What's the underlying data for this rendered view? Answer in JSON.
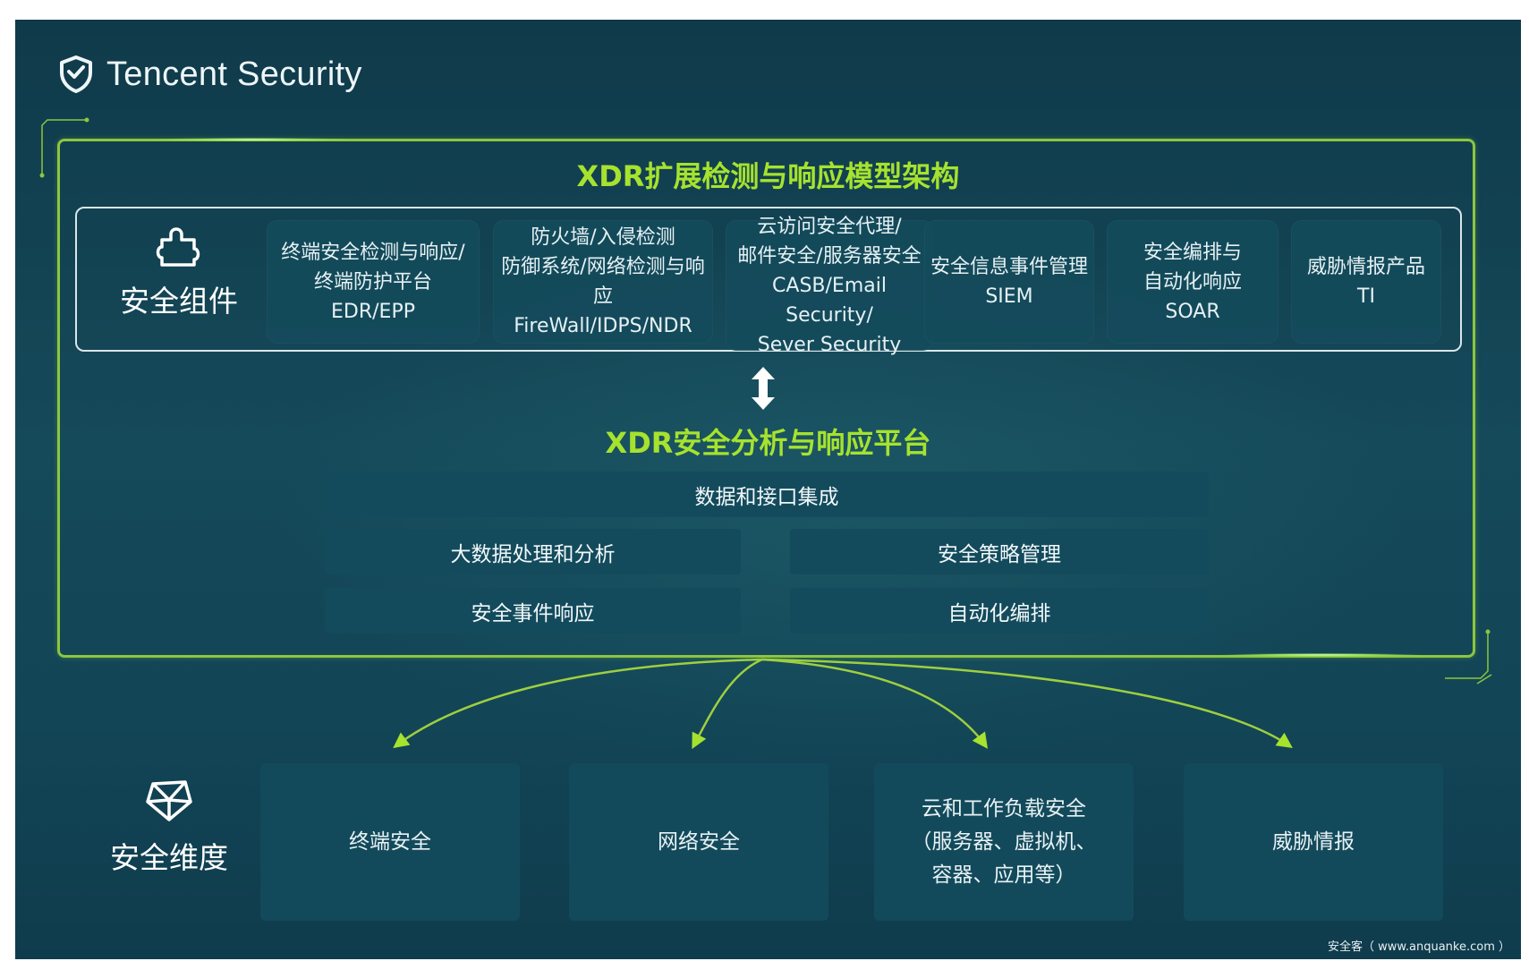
{
  "brand": {
    "name": "Tencent Security",
    "icon": "shield-check-icon"
  },
  "xdr_model_title": "XDR扩展检测与响应模型架构",
  "components": {
    "heading": "安全组件",
    "icon": "puzzle-icon",
    "items": [
      {
        "lines": [
          "终端安全检测与响应/",
          "终端防护平台",
          "EDR/EPP"
        ]
      },
      {
        "lines": [
          "防火墙/入侵检测",
          "防御系统/网络检测与响应",
          "FireWall/IDPS/NDR"
        ]
      },
      {
        "lines": [
          "云访问安全代理/",
          "邮件安全/服务器安全",
          "CASB/Email Security/",
          "Sever Security"
        ]
      },
      {
        "lines": [
          "安全信息事件管理",
          "SIEM"
        ]
      },
      {
        "lines": [
          "安全编排与",
          "自动化响应",
          "SOAR"
        ]
      },
      {
        "lines": [
          "威胁情报产品",
          "TI"
        ]
      }
    ]
  },
  "platform": {
    "title": "XDR安全分析与响应平台",
    "connector_icon": "double-arrow-vertical-icon",
    "integration": "数据和接口集成",
    "big_data": "大数据处理和分析",
    "policy": "安全策略管理",
    "incident_response": "安全事件响应",
    "orchestration": "自动化编排"
  },
  "dimensions": {
    "heading": "安全维度",
    "icon": "network-cube-icon",
    "items": [
      {
        "lines": [
          "终端安全"
        ]
      },
      {
        "lines": [
          "网络安全"
        ]
      },
      {
        "lines": [
          "云和工作负载安全",
          "（服务器、虚拟机、",
          "容器、应用等）"
        ]
      },
      {
        "lines": [
          "威胁情报"
        ]
      }
    ]
  },
  "watermark": "安全客（ www.anquanke.com ）",
  "colors": {
    "accent_green": "#8cc63f",
    "title_green": "#a6e22e",
    "background": "#134556",
    "card": "#134b5c"
  }
}
